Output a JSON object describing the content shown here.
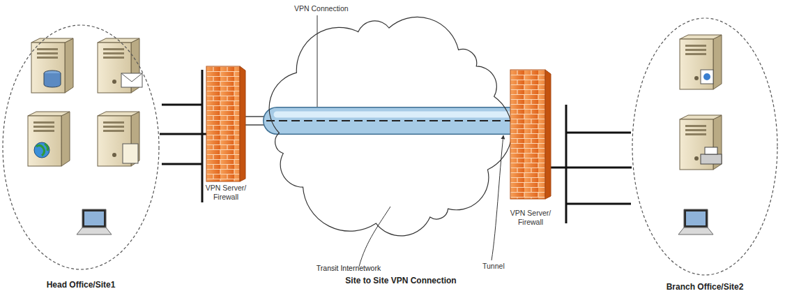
{
  "diagram": {
    "caption": "Site to Site VPN Connection",
    "nodes": [
      {
        "text": [
          "Head Office/Site1"
        ]
      },
      {
        "text": [
          "VPN Server/ Firewall"
        ]
      },
      {
        "text": [
          "Transit Internetwork"
        ]
      },
      {
        "text": [
          "VPN Server/ Firewall"
        ]
      },
      {
        "text": [
          "Branch Office/Site2"
        ]
      }
    ],
    "edges": [
      {
        "from": 0,
        "to": 1,
        "arrow": "none"
      },
      {
        "from": 1,
        "to": 3,
        "arrow": "none"
      },
      {
        "from": 3,
        "to": 4,
        "arrow": "none"
      }
    ],
    "labels": [
      "VPN Connection",
      "Tunnel"
    ]
  }
}
